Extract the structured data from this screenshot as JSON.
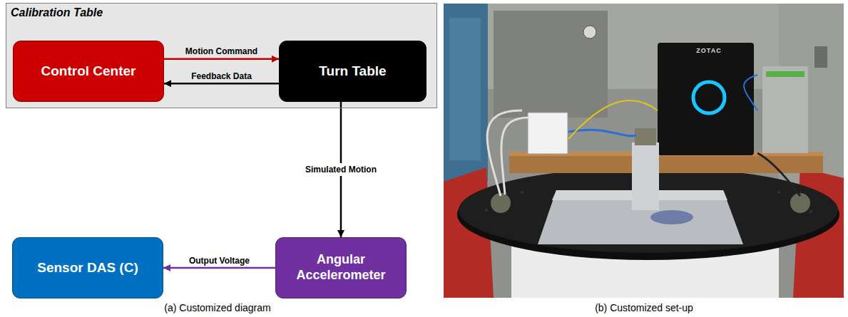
{
  "diagram": {
    "nodes": [
      {
        "text": [
          "Calibration Table"
        ]
      },
      {
        "text": [
          "Control Center"
        ],
        "in": 0
      },
      {
        "text": [
          "Turn Table"
        ],
        "in": 0
      },
      {
        "text": [
          "Sensor DAS (C)"
        ]
      },
      {
        "text": [
          "Angular Accelerometer"
        ]
      }
    ],
    "edges": [
      {
        "from": 1,
        "to": 2,
        "label": "Motion Command",
        "arrow": "to"
      },
      {
        "from": 2,
        "to": 1,
        "label": "Feedback Data",
        "arrow": "to"
      },
      {
        "from": 2,
        "to": 4,
        "label": "Simulated Motion",
        "arrow": "to"
      },
      {
        "from": 4,
        "to": 3,
        "label": "Output Voltage",
        "arrow": "to"
      }
    ],
    "labels": [
      "(a) Customized diagram",
      "(b) Customized set-up",
      "ZOTAC"
    ]
  }
}
